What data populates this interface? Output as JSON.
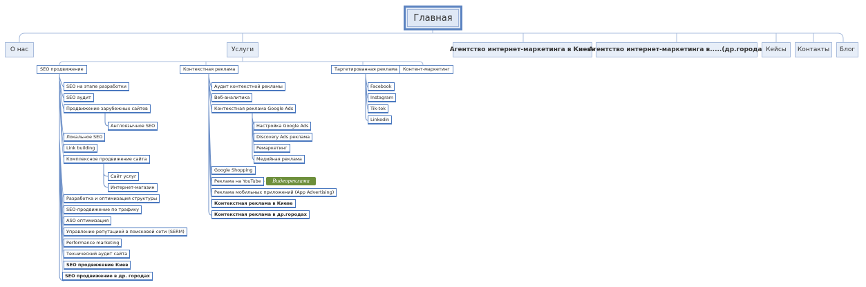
{
  "root": {
    "label": "Главная"
  },
  "top_nodes": {
    "about": "О нас",
    "services": "Услуги",
    "agency_kiev": "Агентство интернет-маркетинга в Киеве",
    "agency_other": "Агентство интернет-маркетинга в.....(др.города)",
    "cases": "Кейсы",
    "contacts": "Контакты",
    "blog": "Блог"
  },
  "sections": {
    "seo": "SEO продвижение",
    "context": "Контекстная реклама",
    "target": "Таргетированная реклама",
    "content": "Контент-маркетинг"
  },
  "seo_items": [
    "SEO на этапе разработки",
    "SEO аудит",
    "Продвижение зарубежных сайтов",
    "Англоязычное SEO",
    "Локальное SEO",
    "Link building",
    "Комплексное продвижение сайта",
    "Сайт услуг",
    "Интернет-магазин",
    "Разработка и оптимизация структуры",
    "SEO-продвижение по трафику",
    "ASO оптимизация",
    "Управление репутацией в поисковой сети (SERM)",
    "Performance marketing",
    "Технический аудит сайта",
    "SEO продвижение Киев",
    "SEO продвижение в др. городах"
  ],
  "context_items": [
    "Аудит контекстной рекламы",
    "Веб-аналитика",
    "Контекстная реклама Google Ads",
    "Настройка Google Ads",
    "Discovery Ads реклама",
    "Ремаркетинг",
    "Медийная реклама",
    "Google Shopping",
    "Реклама на YouTube",
    "Реклама мобильных приложений (App Advertising)",
    "Контекстная реклама в Киеве",
    "Контекстная реклама в др.городах"
  ],
  "target_items": [
    "Facebook",
    "Instagram",
    "Tik-tok",
    "Linkedin"
  ],
  "callout": "Видеореклама",
  "colors": {
    "line": "#a9bcdc",
    "border": "#4a78bf",
    "fill": "#e7eef8",
    "badge": "#6d8f3b"
  }
}
